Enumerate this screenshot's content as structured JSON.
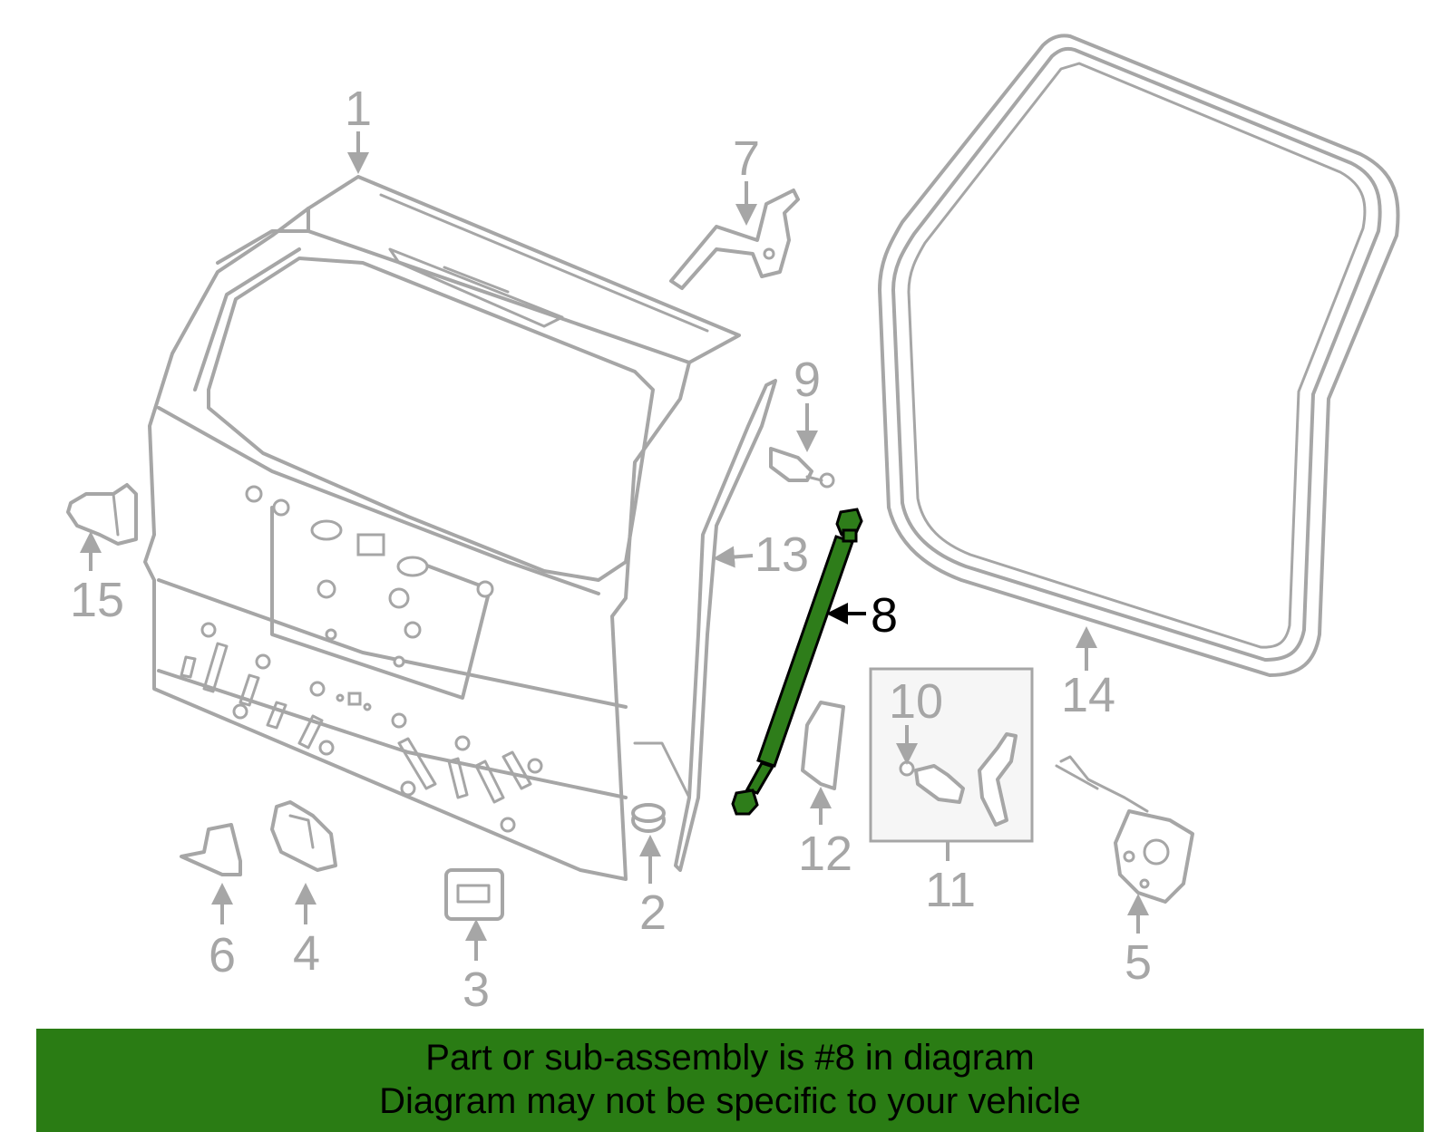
{
  "colors": {
    "part_gray": "#a6a6a6",
    "highlight_green": "#2e7d1a",
    "banner_green": "#2a7c14",
    "active_label": "#000000"
  },
  "callouts": {
    "c1": "1",
    "c2": "2",
    "c3": "3",
    "c4": "4",
    "c5": "5",
    "c6": "6",
    "c7": "7",
    "c8": "8",
    "c9": "9",
    "c10": "10",
    "c11": "11",
    "c12": "12",
    "c13": "13",
    "c14": "14",
    "c15": "15"
  },
  "highlighted_part": "8",
  "banner": {
    "line1": "Part or sub-assembly is #8 in diagram",
    "line2": "Diagram may not be specific to your vehicle"
  }
}
